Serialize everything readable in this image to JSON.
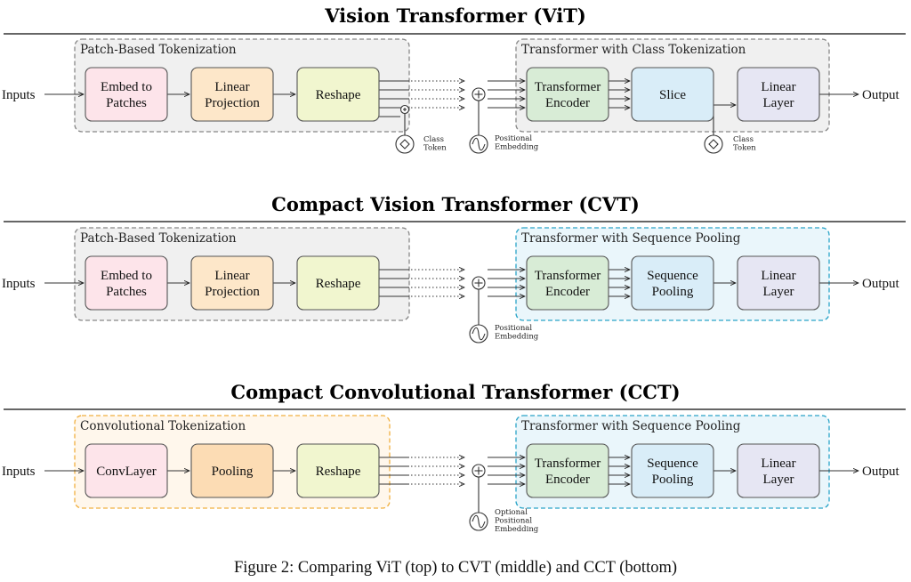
{
  "colors": {
    "pink": "#fde4ea",
    "orange": "#fde7c9",
    "yellow": "#f1f6cf",
    "green": "#d8ecd6",
    "blue": "#d9edf8",
    "lavender": "#e6e6f3",
    "gray_group": "#f0f0f0",
    "blue_group": "#eaf6fb",
    "orange_group": "#fff7ec",
    "dashed_gray": "#888888",
    "dashed_blue": "#2aa4c8",
    "dashed_orange": "#f0b040"
  },
  "vit": {
    "title": "Vision Transformer (ViT)",
    "inputs": "Inputs",
    "output": "Output",
    "group1": "Patch-Based Tokenization",
    "group2": "Transformer with Class Tokenization",
    "b1": [
      "Embed to",
      "Patches"
    ],
    "b2": [
      "Linear",
      "Projection"
    ],
    "b3": [
      "Reshape"
    ],
    "b4": [
      "Transformer",
      "Encoder"
    ],
    "b5": [
      "Slice"
    ],
    "b6": [
      "Linear",
      "Layer"
    ],
    "class_token_1": [
      "Class",
      "Token"
    ],
    "positional": [
      "Positional",
      "Embedding"
    ],
    "class_token_2": [
      "Class",
      "Token"
    ]
  },
  "cvt": {
    "title": "Compact Vision Transformer (CVT)",
    "inputs": "Inputs",
    "output": "Output",
    "group1": "Patch-Based Tokenization",
    "group2": "Transformer with Sequence Pooling",
    "b1": [
      "Embed to",
      "Patches"
    ],
    "b2": [
      "Linear",
      "Projection"
    ],
    "b3": [
      "Reshape"
    ],
    "b4": [
      "Transformer",
      "Encoder"
    ],
    "b5": [
      "Sequence",
      "Pooling"
    ],
    "b6": [
      "Linear",
      "Layer"
    ],
    "positional": [
      "Positional",
      "Embedding"
    ]
  },
  "cct": {
    "title": "Compact Convolutional Transformer (CCT)",
    "inputs": "Inputs",
    "output": "Output",
    "group1": "Convolutional Tokenization",
    "group2": "Transformer with Sequence Pooling",
    "b1": [
      "ConvLayer"
    ],
    "b2": [
      "Pooling"
    ],
    "b3": [
      "Reshape"
    ],
    "b4": [
      "Transformer",
      "Encoder"
    ],
    "b5": [
      "Sequence",
      "Pooling"
    ],
    "b6": [
      "Linear",
      "Layer"
    ],
    "positional": [
      "Optional",
      "Positional",
      "Embedding"
    ]
  },
  "caption": "Figure 2: Comparing ViT (top) to CVT (middle) and CCT (bottom)"
}
